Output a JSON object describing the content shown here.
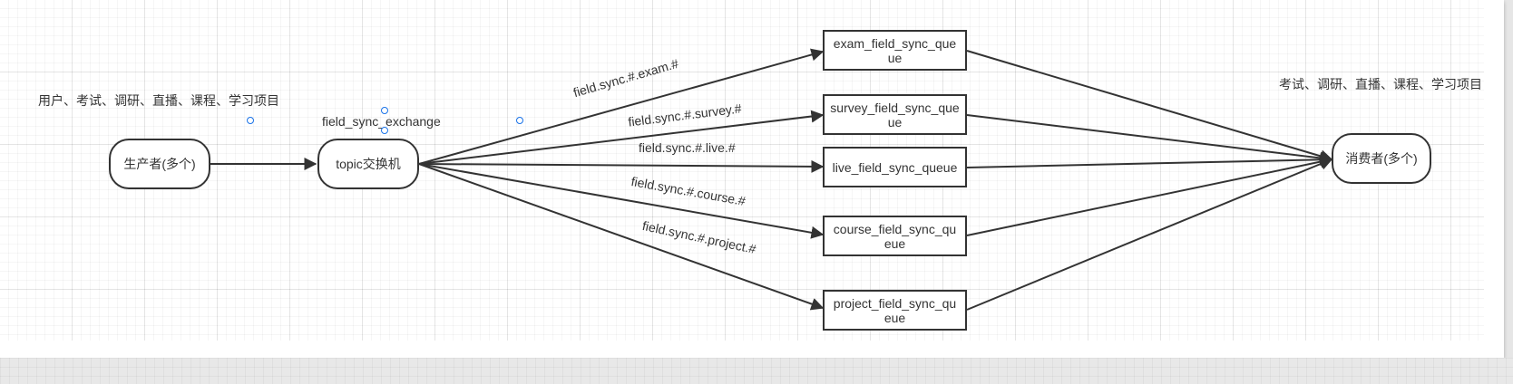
{
  "diagram": {
    "producer": "生产者(多个)",
    "exchange": "topic交换机",
    "exchange_caption": "field_sync_exchange",
    "producer_caption": "用户、考试、调研、直播、课程、学习项目",
    "consumer": "消费者(多个)",
    "consumer_caption": "考试、调研、直播、课程、学习项目",
    "queues": [
      {
        "name": "exam_field_sync_queue",
        "routing_key": "field.sync.#.exam.#"
      },
      {
        "name": "survey_field_sync_queue",
        "routing_key": "field.sync.#.survey.#"
      },
      {
        "name": "live_field_sync_queue",
        "routing_key": "field.sync.#.live.#"
      },
      {
        "name": "course_field_sync_queue",
        "routing_key": "field.sync.#.course.#"
      },
      {
        "name": "project_field_sync_queue",
        "routing_key": "field.sync.#.project.#"
      }
    ]
  },
  "colors": {
    "stroke": "#333333",
    "selection_handle": "#1a73e8",
    "background": "#ffffff"
  }
}
